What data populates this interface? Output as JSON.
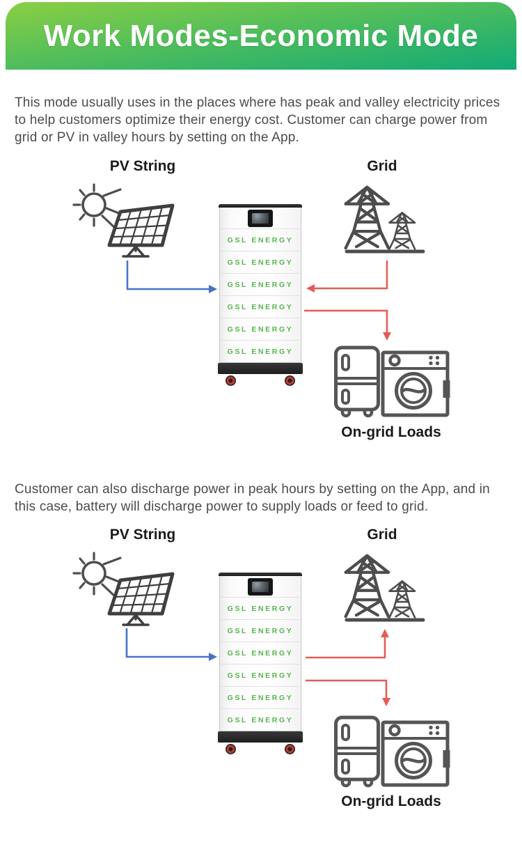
{
  "header": {
    "title": "Work Modes-Economic Mode"
  },
  "paragraphs": {
    "intro": "This mode usually uses in the places where has peak and valley electricity prices to help customers optimize their energy cost. Customer can charge power from grid or PV in valley hours by setting on the App.",
    "discharge": "Customer can also discharge power in peak hours by setting on the App, and in this case, battery will discharge power to supply loads or feed to grid."
  },
  "battery": {
    "module_label": "GSL ENERGY",
    "module_count": 6
  },
  "diagram1": {
    "pv_label": "PV String",
    "grid_label": "Grid",
    "loads_label": "On-grid Loads",
    "flows": [
      {
        "from": "pv",
        "to": "battery",
        "color": "blue"
      },
      {
        "from": "grid",
        "to": "battery",
        "color": "red"
      },
      {
        "from": "battery",
        "to": "loads",
        "color": "red"
      }
    ]
  },
  "diagram2": {
    "pv_label": "PV String",
    "grid_label": "Grid",
    "loads_label": "On-grid Loads",
    "flows": [
      {
        "from": "pv",
        "to": "battery",
        "color": "blue"
      },
      {
        "from": "battery",
        "to": "grid",
        "color": "red"
      },
      {
        "from": "battery",
        "to": "loads",
        "color": "red"
      }
    ]
  },
  "colors": {
    "banner_gradient_top": "#8bcf43",
    "banner_gradient_bottom": "#11aa77",
    "arrow_blue": "#4673c5",
    "arrow_red": "#e25d55",
    "icon_gray": "#4d4d4d",
    "brand_green": "#56b54c"
  }
}
